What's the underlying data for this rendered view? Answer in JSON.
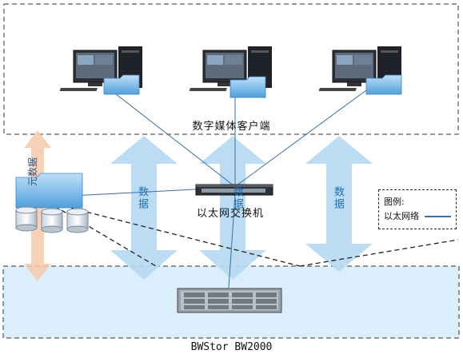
{
  "zones": {
    "client_zone_label": "数字媒体客户端",
    "storage_label": "BWStor BW2000"
  },
  "switch": {
    "label": "以太网交换机"
  },
  "flows": {
    "data_label": "数据",
    "metadata_label": "元数据"
  },
  "legend": {
    "title": "图例:",
    "ethernet_label": "以太网络"
  },
  "icons": [
    "workstation-icon",
    "folder-icon",
    "network-switch-icon",
    "database-cylinder-icon",
    "storage-array-icon"
  ],
  "colors": {
    "data_arrow": "#b5d8f2",
    "metadata_arrow": "#f6c9a8",
    "ethernet_line": "#3a6fa8",
    "storage_zone_fill": "#dbeefb"
  }
}
